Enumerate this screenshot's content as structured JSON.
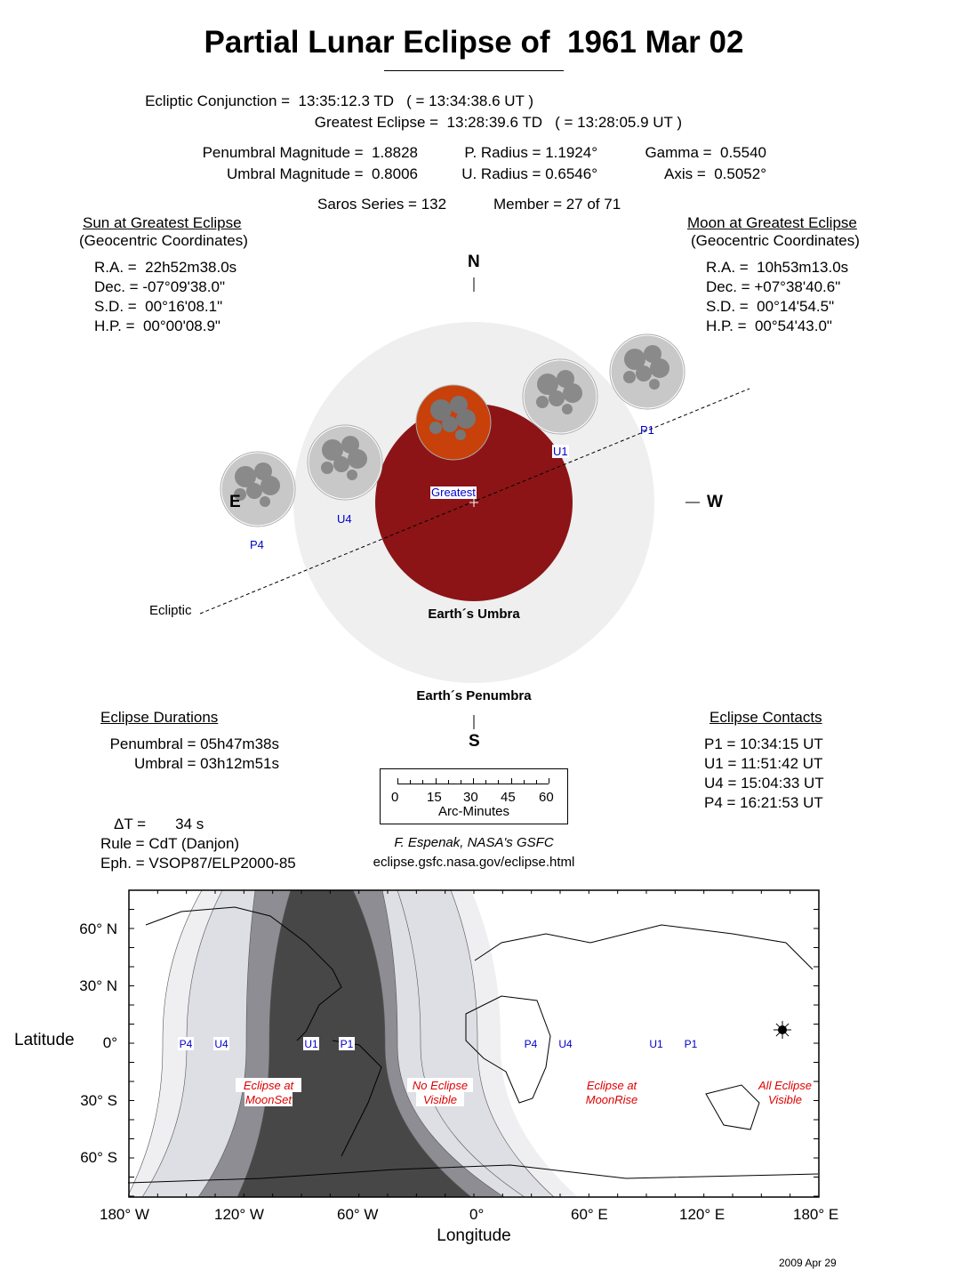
{
  "title": "Partial Lunar Eclipse of  1961 Mar 02",
  "header": {
    "conjunction": "Ecliptic Conjunction =  13:35:12.3 TD   ( = 13:34:38.6 UT )",
    "greatest": "Greatest Eclipse =  13:28:39.6 TD   ( = 13:28:05.9 UT )",
    "pen_mag": "Penumbral Magnitude =  1.8828",
    "umb_mag": "Umbral Magnitude =  0.8006",
    "p_radius": "P. Radius = 1.1924°",
    "u_radius": "U. Radius = 0.6546°",
    "gamma": "Gamma =  0.5540",
    "axis": "Axis =  0.5052°",
    "saros": "Saros Series = 132",
    "member": "Member = 27 of 71"
  },
  "sun": {
    "heading": "Sun at Greatest Eclipse",
    "sub": "(Geocentric Coordinates)",
    "ra": "R.A. =  22h52m38.0s",
    "dec": "Dec. = -07°09'38.0\"",
    "sd": "S.D. =  00°16'08.1\"",
    "hp": "H.P. =  00°00'08.9\""
  },
  "moon": {
    "heading": "Moon at Greatest Eclipse",
    "sub": "(Geocentric Coordinates)",
    "ra": "R.A. =  10h53m13.0s",
    "dec": "Dec. = +07°38'40.6\"",
    "sd": "S.D. =  00°14'54.5\"",
    "hp": "H.P. =  00°54'43.0\""
  },
  "diagram": {
    "north": "N",
    "south": "S",
    "east": "E",
    "west": "W",
    "greatest": "Greatest",
    "umbra": "Earth´s Umbra",
    "penumbra": "Earth´s Penumbra",
    "ecliptic": "Ecliptic",
    "contacts": [
      "P1",
      "U1",
      "U4",
      "P4"
    ],
    "colors": {
      "umbra": "#8c1416",
      "penumbra": "#efefef",
      "moon_eclipsed": "#c8400a",
      "label": "#0000cc"
    }
  },
  "durations": {
    "heading": "Eclipse Durations",
    "penumbral": "Penumbral = 05h47m38s",
    "umbral": "Umbral = 03h12m51s"
  },
  "contacts": {
    "heading": "Eclipse Contacts",
    "p1": "P1 = 10:34:15 UT",
    "u1": "U1 = 11:51:42 UT",
    "u4": "U4 = 15:04:33 UT",
    "p4": "P4 = 16:21:53 UT"
  },
  "scale": {
    "ticks": [
      "0",
      "15",
      "30",
      "45",
      "60"
    ],
    "label": "Arc-Minutes"
  },
  "misc": {
    "dt": "ΔT =       34 s",
    "rule": "Rule = CdT (Danjon)",
    "eph": "Eph. = VSOP87/ELP2000-85",
    "credit": "F. Espenak, NASA's GSFC",
    "url": "eclipse.gsfc.nasa.gov/eclipse.html",
    "date": "2009 Apr 29"
  },
  "map": {
    "ylabel": "Latitude",
    "xlabel": "Longitude",
    "lat_ticks": [
      "60° N",
      "30° N",
      "0°",
      "30° S",
      "60° S"
    ],
    "lon_ticks": [
      "180° W",
      "120° W",
      "60° W",
      "0°",
      "60° E",
      "120° E",
      "180° E"
    ],
    "curve_labels": [
      "P4",
      "U4",
      "U1",
      "P1",
      "P4",
      "U4",
      "U1",
      "P1"
    ],
    "regions": [
      {
        "l1": "Eclipse at",
        "l2": "MoonSet"
      },
      {
        "l1": "No Eclipse",
        "l2": "Visible"
      },
      {
        "l1": "Eclipse at",
        "l2": "MoonRise"
      },
      {
        "l1": "All Eclipse",
        "l2": "Visible"
      }
    ],
    "region_color": "#dd0000"
  }
}
